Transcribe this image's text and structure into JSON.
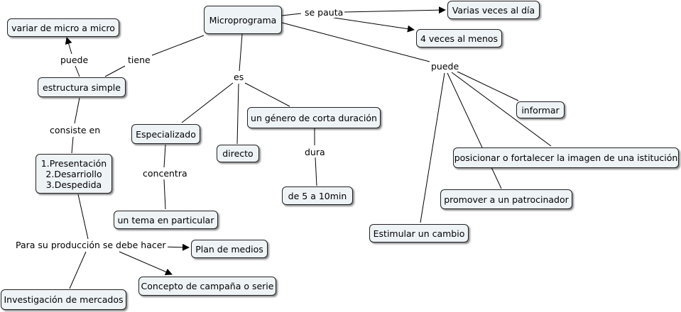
{
  "nodes": {
    "microprograma": "Microprograma",
    "varias_veces": "Varias veces al día",
    "cuatro_veces": "4 veces al menos",
    "variar": "variar de micro a micro",
    "estructura": "estructura simple",
    "partes": [
      "1.Presentación",
      "2.Desarriollo",
      "3.Despedida"
    ],
    "especializado": "Especializado",
    "directo": "directo",
    "genero": "un género de corta duración",
    "duracion": "de 5 a 10min",
    "tema": "un tema en particular",
    "informar": "informar",
    "posicionar": "posicionar o fortalecer la imagen de una istitución",
    "promover": "promover a un patrocinador",
    "estimular": "Estimular un cambio",
    "plan_medios": "Plan de medios",
    "concepto": "Concepto de campaña o serie",
    "investigacion": "Investigación de mercados"
  },
  "links": {
    "se_pauta": "se pauta",
    "tiene": "tiene",
    "puede_izq": "puede",
    "es": "es",
    "puede_der": "puede",
    "consiste_en": "consiste en",
    "concentra": "concentra",
    "dura": "dura",
    "produccion": "Para su producción se debe hacer"
  },
  "colors": {
    "node_fill": "#eef3f6",
    "node_border": "#222222",
    "line": "#000000"
  }
}
